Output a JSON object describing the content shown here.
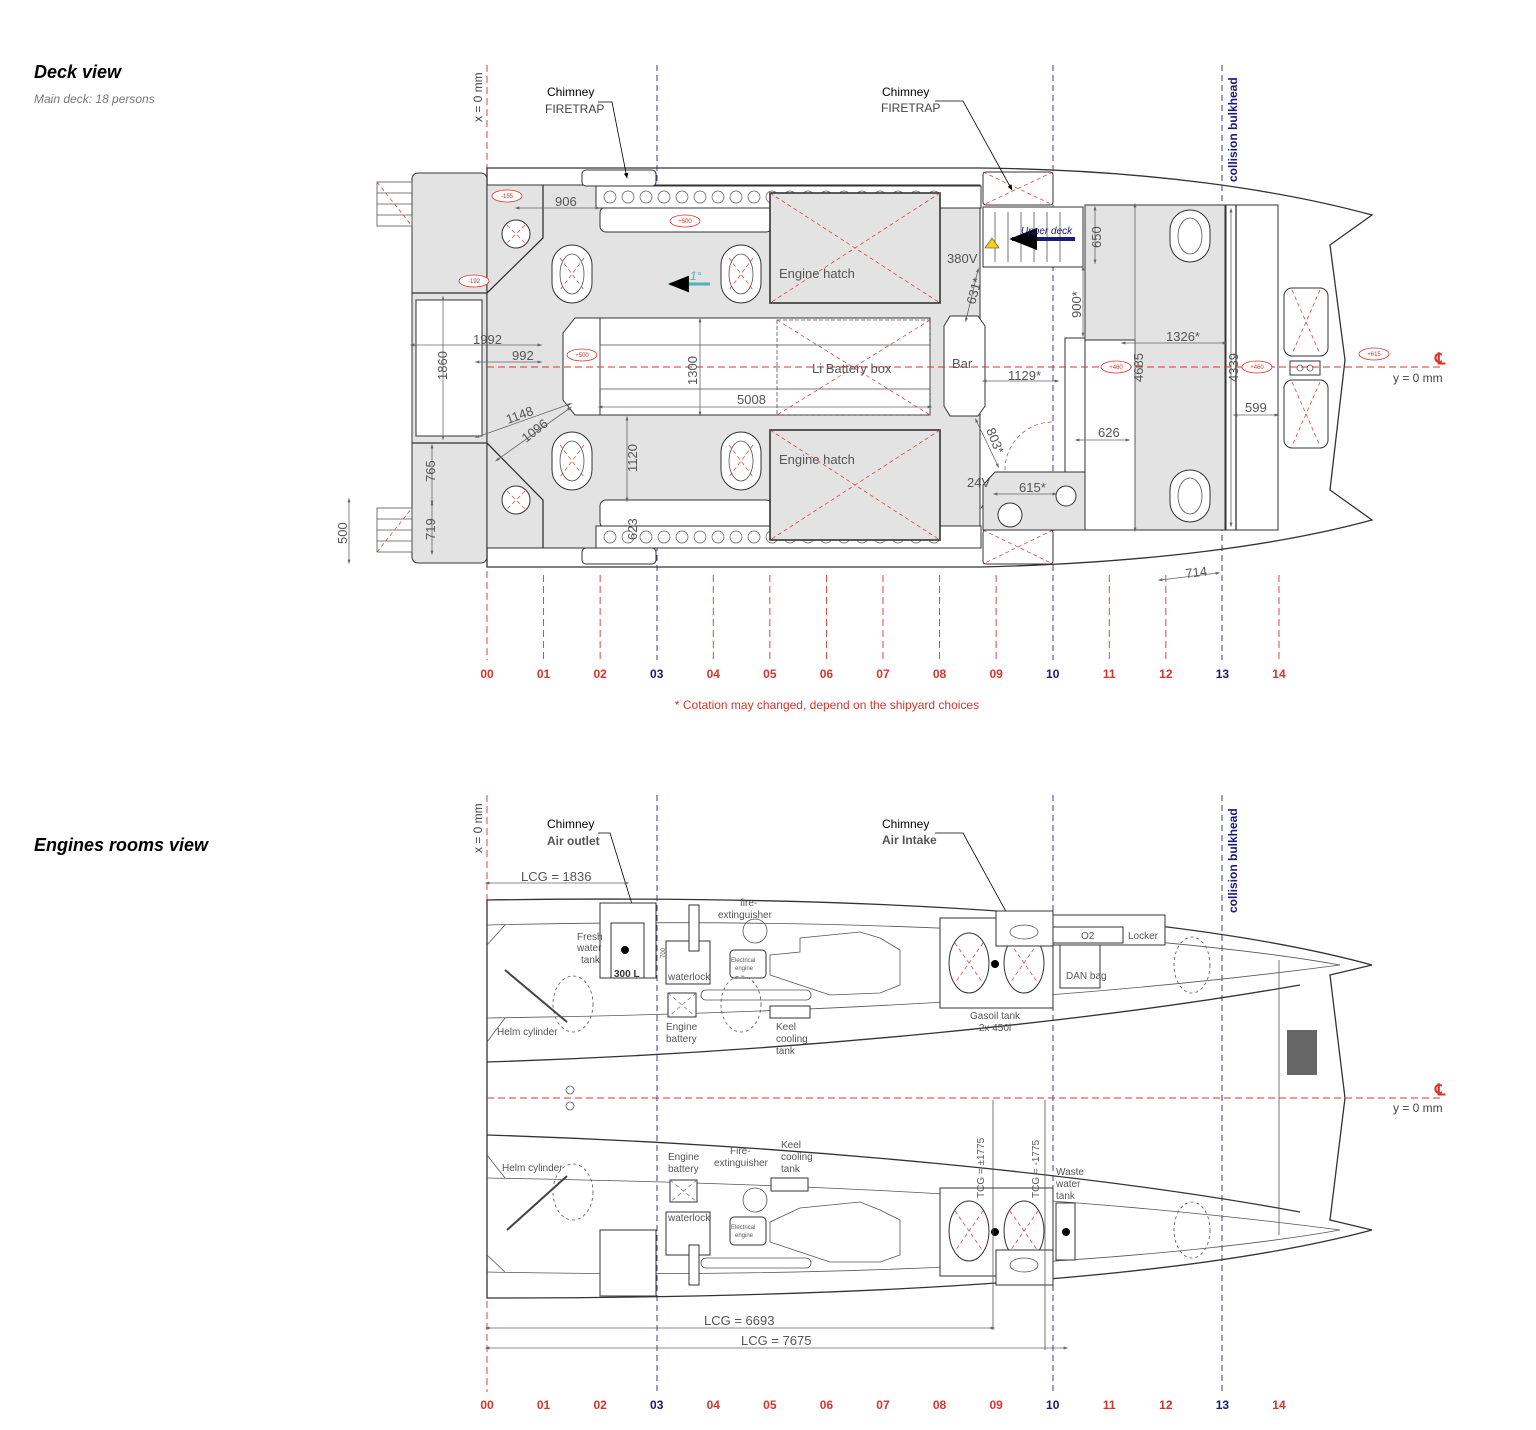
{
  "deck_view": {
    "title": "Deck view",
    "subtitle": "Main deck: 18 persons",
    "x_origin": "x = 0 mm",
    "y_origin": "y = 0 mm",
    "centerline_symbol": "℄",
    "collision_bulkhead": "collision bulkhead",
    "chimney_aft": {
      "title": "Chimney",
      "sub": "FIRETRAP"
    },
    "chimney_fwd": {
      "title": "Chimney",
      "sub": "FIRETRAP"
    },
    "engine_hatch_port": "Engine hatch",
    "engine_hatch_stbd": "Engine hatch",
    "battery_box": "Li Battery box",
    "bar": "Bar",
    "upper_deck": "Upper deck",
    "angle": "1°",
    "voltage_high": "380V",
    "voltage_low": "24V",
    "dimensions": {
      "d906": "906",
      "d1992": "1992",
      "d992": "992",
      "d1860": "1860",
      "d1148": "1148",
      "d1096": "1096",
      "d765": "765",
      "d719": "719",
      "d500": "500",
      "d1120": "1120",
      "d623": "623",
      "d5008": "5008",
      "d1300": "1300",
      "d631": "631*",
      "d900": "900*",
      "d650": "650",
      "d1326": "1326*",
      "d1129": "1129*",
      "d4685": "4685",
      "d4339": "4339",
      "d599": "599",
      "d626": "626",
      "d615": "615*",
      "d803": "803*",
      "d714": "714"
    },
    "levels": {
      "l1": "-155",
      "l2": "-192",
      "l3": "+500",
      "l4": "+500",
      "l5": "+460",
      "l6": "+460",
      "l7": "+615"
    },
    "note": "* Cotation may changed, depend on the shipyard choices"
  },
  "engine_view": {
    "title": "Engines rooms view",
    "x_origin": "x = 0 mm",
    "y_origin": "y = 0 mm",
    "centerline_symbol": "℄",
    "collision_bulkhead": "collision bulkhead",
    "chimney_outlet": {
      "title": "Chimney",
      "sub": "Air outlet"
    },
    "chimney_intake": {
      "title": "Chimney",
      "sub": "Air Intake"
    },
    "lcg_1836": "LCG = 1836",
    "lcg_6693": "LCG = 6693",
    "lcg_7675": "LCG = 7675",
    "tcg_pos": "TCG = ±1775",
    "tcg_neg": "TCG = -1775",
    "fresh_water": [
      "Fresh",
      "water",
      "tank"
    ],
    "fresh_volume": "300 L",
    "d700": "700",
    "waterlock_top": "waterlock",
    "waterlock_bottom": "waterlock",
    "electrical_engine_top": [
      "Electrical",
      "engine"
    ],
    "electrical_engine_bottom": [
      "Electrical",
      "engine"
    ],
    "fire_ext_top": [
      "fire-",
      "extinguisher"
    ],
    "fire_ext_bottom": [
      "Fire-",
      "extinguisher"
    ],
    "engine_battery_top": [
      "Engine",
      "battery"
    ],
    "engine_battery_bottom": [
      "Engine",
      "battery"
    ],
    "keel_cooling_top": [
      "Keel",
      "cooling",
      "tank"
    ],
    "keel_cooling_bottom": [
      "Keel",
      "cooling",
      "tank"
    ],
    "helm_top": "Helm cylinder",
    "helm_bottom": "Helm cylinder",
    "gasoil": [
      "Gasoil tank",
      "2x 450l"
    ],
    "o2": "O2",
    "locker": "Locker",
    "dan_bag": "DAN bag",
    "waste_water": [
      "Waste",
      "water",
      "tank"
    ]
  },
  "stations": [
    {
      "label": "00",
      "color": "#d9342b"
    },
    {
      "label": "01",
      "color": "#d9342b"
    },
    {
      "label": "02",
      "color": "#d9342b"
    },
    {
      "label": "03",
      "color": "#1a1a7a"
    },
    {
      "label": "04",
      "color": "#d9342b"
    },
    {
      "label": "05",
      "color": "#d9342b"
    },
    {
      "label": "06",
      "color": "#d9342b"
    },
    {
      "label": "07",
      "color": "#d9342b"
    },
    {
      "label": "08",
      "color": "#d9342b"
    },
    {
      "label": "09",
      "color": "#d9342b"
    },
    {
      "label": "10",
      "color": "#1a1a7a"
    },
    {
      "label": "11",
      "color": "#d9342b"
    },
    {
      "label": "12",
      "color": "#d9342b"
    },
    {
      "label": "13",
      "color": "#1a1a7a"
    },
    {
      "label": "14",
      "color": "#d9342b"
    }
  ],
  "colors": {
    "red": "#d9342b",
    "navy": "#1a1a7a",
    "deck": "#e3e3e3",
    "teal": "#4fb3b8"
  }
}
